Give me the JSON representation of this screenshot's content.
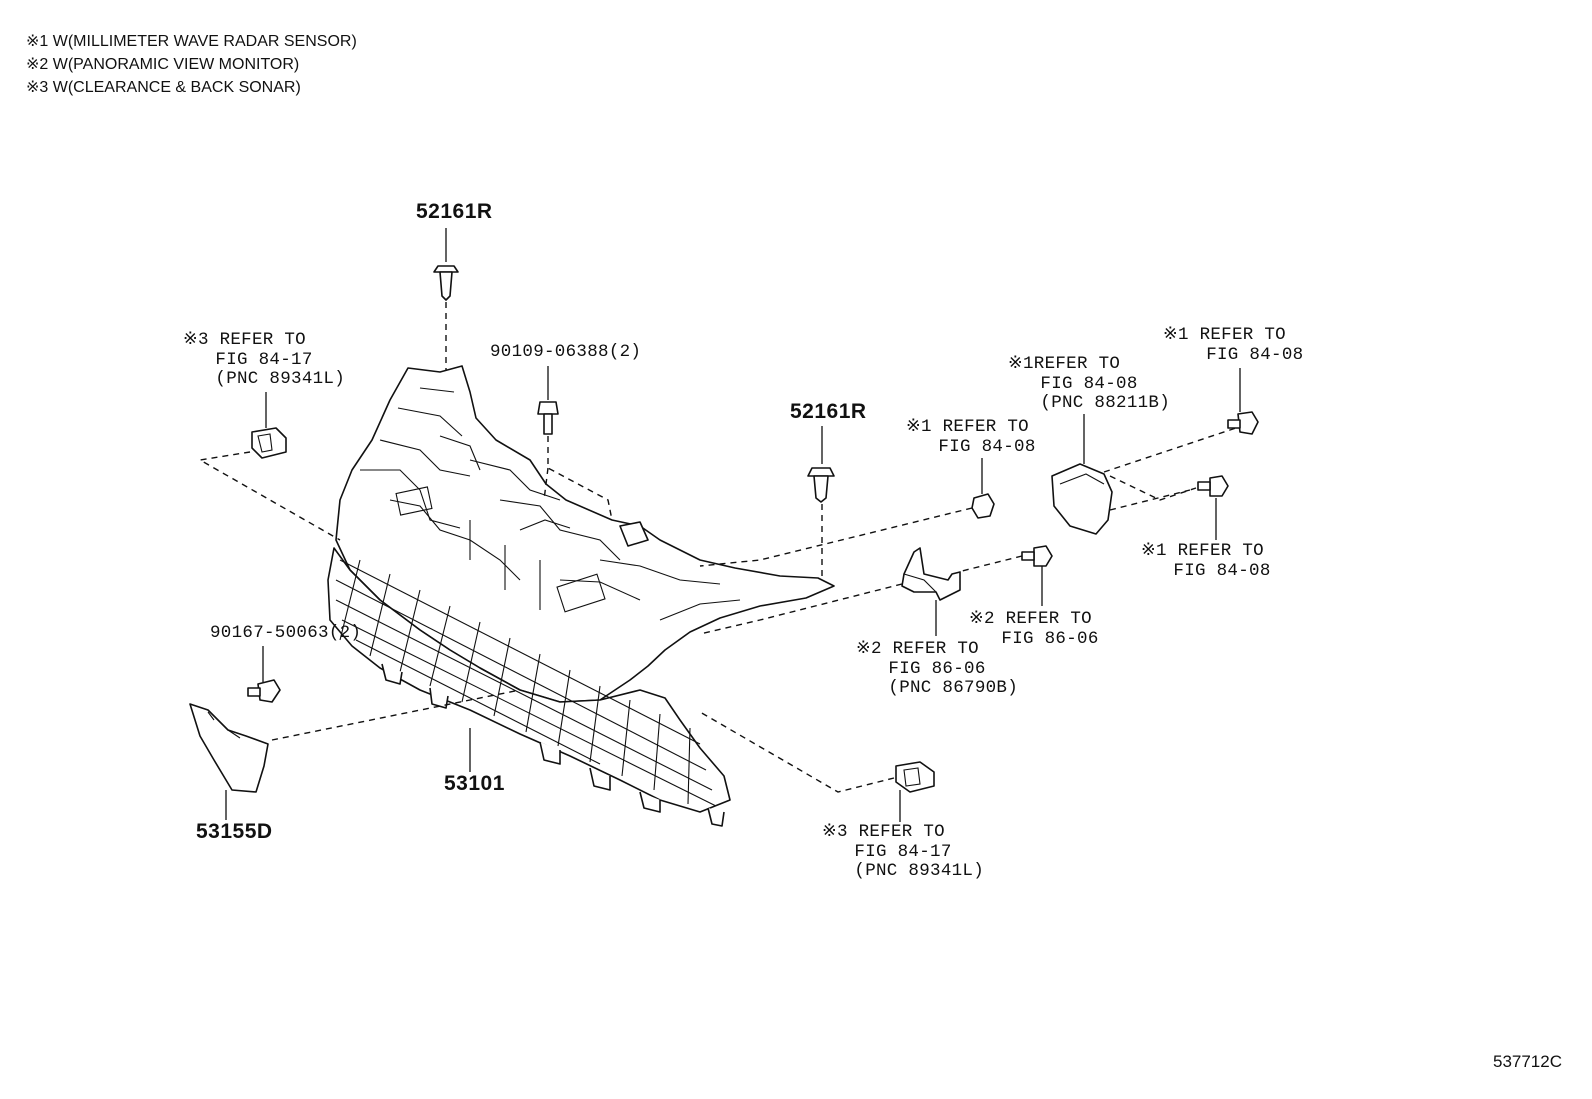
{
  "notes": [
    "※1 W(MILLIMETER WAVE RADAR SENSOR)",
    "※2 W(PANORAMIC VIEW MONITOR)",
    "※3 W(CLEARANCE & BACK SONAR)"
  ],
  "parts": {
    "clip_top": "52161R",
    "clip_mid": "52161R",
    "bolt_upper": "90109-06388(2)",
    "screw_lower": "90167-50063(2)",
    "grille": "53101",
    "cover": "53155D"
  },
  "refs": {
    "sonar_left": "※3 REFER TO\n   FIG 84-17\n   (PNC 89341L)",
    "sonar_bottom": "※3 REFER TO\n   FIG 84-17\n   (PNC 89341L)",
    "radar_nut": "※1 REFER TO\n   FIG 84-08",
    "radar_sensor": "※1REFER TO\n   FIG 84-08\n   (PNC 88211B)",
    "radar_bolt_top": "※1 REFER TO\n    FIG 84-08",
    "radar_bolt_right": "※1 REFER TO\n   FIG 84-08",
    "camera_bolt": "※2 REFER TO\n   FIG 86-06",
    "camera_bracket": "※2 REFER TO\n   FIG 86-06\n   (PNC 86790B)"
  },
  "figure_id": "537712C"
}
